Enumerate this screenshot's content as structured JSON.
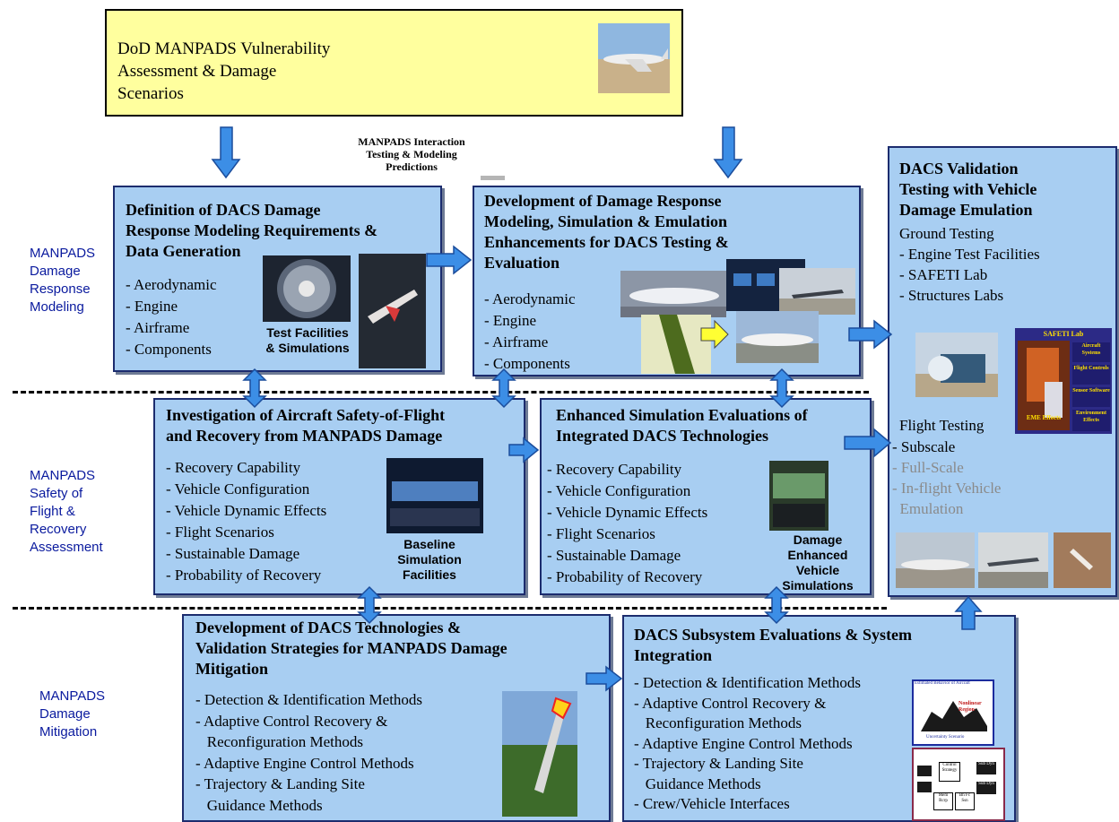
{
  "top_box": {
    "lines": [
      "DoD MANPADS Vulnerability",
      "Assessment & Damage",
      "Scenarios"
    ]
  },
  "center_caption": [
    "MANPADS Interaction",
    "Testing & Modeling",
    "Predictions"
  ],
  "row_labels": [
    [
      "MANPADS",
      "Damage",
      "Response",
      "Modeling"
    ],
    [
      "MANPADS",
      "Safety of",
      "Flight &",
      "Recovery",
      "Assessment"
    ],
    [
      "MANPADS",
      "Damage",
      "Mitigation"
    ]
  ],
  "box_definition": {
    "title": [
      "Definition of DACS Damage",
      "Response Modeling Requirements &",
      "Data Generation"
    ],
    "items": [
      "- Aerodynamic",
      "- Engine",
      "- Airframe",
      "- Components"
    ],
    "caption": [
      "Test Facilities",
      "& Simulations"
    ]
  },
  "box_development": {
    "title": [
      "Development of Damage Response",
      "Modeling, Simulation & Emulation",
      "Enhancements for DACS Testing &",
      "Evaluation"
    ],
    "items": [
      "- Aerodynamic",
      "- Engine",
      "- Airframe",
      "- Components"
    ]
  },
  "box_validation": {
    "title": [
      "DACS Validation",
      "Testing with Vehicle",
      "Damage Emulation"
    ],
    "ground_heading": "Ground Testing",
    "ground_items": [
      "- Engine Test Facilities",
      "- SAFETI Lab",
      "- Structures Labs"
    ],
    "flight_heading": "Flight Testing",
    "flight_items": [
      "- Subscale"
    ],
    "flight_items_dim": [
      "- Full-Scale",
      "- In-flight Vehicle",
      "  Emulation"
    ],
    "safeti_panel": {
      "title": "SAFETI Lab",
      "tags": [
        "Aircraft Systems",
        "Flight Controls",
        "Sensor Software",
        "Environment Effects"
      ],
      "eme_label": "EME Effects"
    }
  },
  "box_investigation": {
    "title": [
      "Investigation of Aircraft Safety-of-Flight",
      "and Recovery from MANPADS Damage"
    ],
    "items": [
      "- Recovery Capability",
      "- Vehicle Configuration",
      "- Vehicle Dynamic Effects",
      "- Flight Scenarios",
      "- Sustainable Damage",
      "- Probability of Recovery"
    ],
    "caption": [
      "Baseline",
      "Simulation",
      "Facilities"
    ]
  },
  "box_enhanced": {
    "title": [
      "Enhanced Simulation Evaluations of",
      "Integrated DACS Technologies"
    ],
    "items": [
      "- Recovery Capability",
      "- Vehicle Configuration",
      "- Vehicle Dynamic Effects",
      "- Flight Scenarios",
      "- Sustainable Damage",
      "- Probability of Recovery"
    ],
    "caption": [
      "Damage",
      "Enhanced",
      "Vehicle",
      "Simulations"
    ]
  },
  "box_technologies": {
    "title": [
      "Development of DACS Technologies &",
      "Validation Strategies for MANPADS Damage",
      "Mitigation"
    ],
    "items": [
      "- Detection & Identification Methods",
      "- Adaptive Control Recovery &",
      "   Reconfiguration Methods",
      "- Adaptive Engine Control Methods",
      "- Trajectory & Landing Site",
      "   Guidance Methods"
    ]
  },
  "box_subsystem": {
    "title": [
      "DACS Subsystem Evaluations & System",
      "Integration"
    ],
    "items": [
      "- Detection & Identification Methods",
      "- Adaptive Control Recovery &",
      "   Reconfiguration Methods",
      "- Adaptive Engine Control Methods",
      "- Trajectory & Landing Site",
      "   Guidance Methods",
      "- Crew/Vehicle Interfaces"
    ],
    "plot_text": {
      "header": "Estimated Behavior of Aircraft",
      "region": "Nonlinear Region",
      "axis": "Uncertainty Scenario"
    },
    "flow_blocks": [
      "Control Strategy",
      "Sub Dyn",
      "Sub Dyn",
      "Mem Rcrp",
      "Bh Fc Ssn"
    ]
  },
  "colors": {
    "box_fill": "#a8cef2",
    "top_box_fill": "#ffff9e",
    "arrow_fill": "#3c8ee6",
    "label_text": "#0a1a9e"
  }
}
